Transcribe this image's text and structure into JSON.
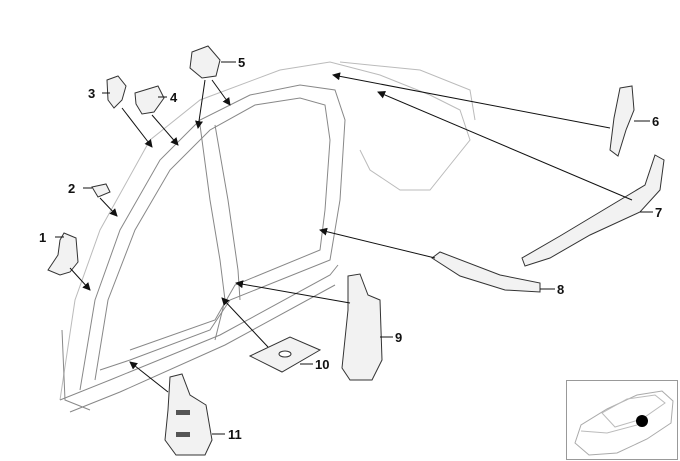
{
  "diagram": {
    "callouts": [
      "1",
      "2",
      "3",
      "4",
      "5",
      "6",
      "7",
      "8",
      "9",
      "10",
      "11"
    ]
  },
  "thumbnail": {
    "marker_color": "#000000"
  }
}
